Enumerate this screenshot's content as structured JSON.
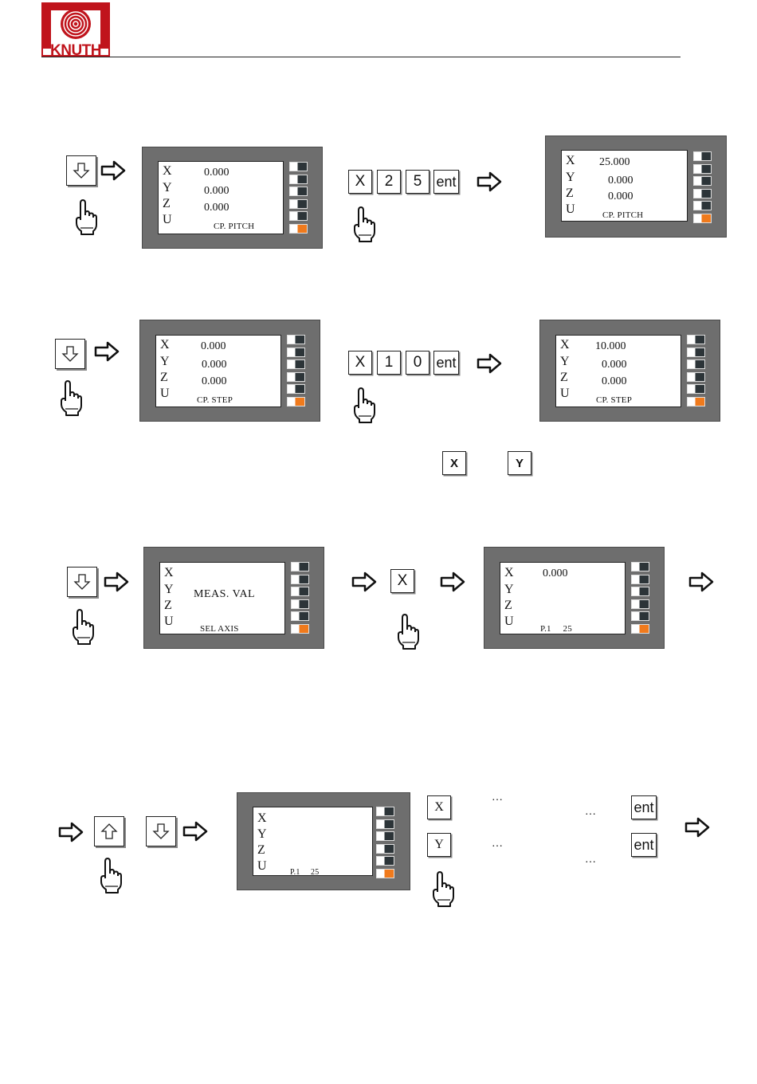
{
  "header": {
    "brand": "KNUTH",
    "colors": {
      "brand_red": "#c0141c",
      "lamp_orange": "#f07a1c",
      "panel_gray": "#6e6e6e"
    }
  },
  "axes": [
    "X",
    "Y",
    "Z",
    "U"
  ],
  "panels": {
    "pitch_before": {
      "values": [
        "0.000",
        "0.000",
        "0.000"
      ],
      "message": "CP. PITCH"
    },
    "pitch_after": {
      "values": [
        "25.000",
        "0.000",
        "0.000"
      ],
      "message": "CP. PITCH"
    },
    "step_before": {
      "values": [
        "0.000",
        "0.000",
        "0.000"
      ],
      "message": "CP. STEP"
    },
    "step_after": {
      "values": [
        "10.000",
        "0.000",
        "0.000"
      ],
      "message": "CP. STEP"
    },
    "meas_val": {
      "title": "MEAS. VAL",
      "message": "SEL AXIS"
    },
    "point1": {
      "value": "0.000",
      "message": "P.1     25"
    },
    "point1_empty": {
      "message": "P.1     25"
    }
  },
  "keys": {
    "x": "X",
    "y": "Y",
    "two": "2",
    "five": "5",
    "one": "1",
    "zero": "0",
    "ent": "ent"
  },
  "ellipsis": "…",
  "icons": [
    "down-arrow-key-icon",
    "up-arrow-key-icon",
    "right-arrow-icon",
    "pointing-hand-icon",
    "lamp-icon"
  ]
}
